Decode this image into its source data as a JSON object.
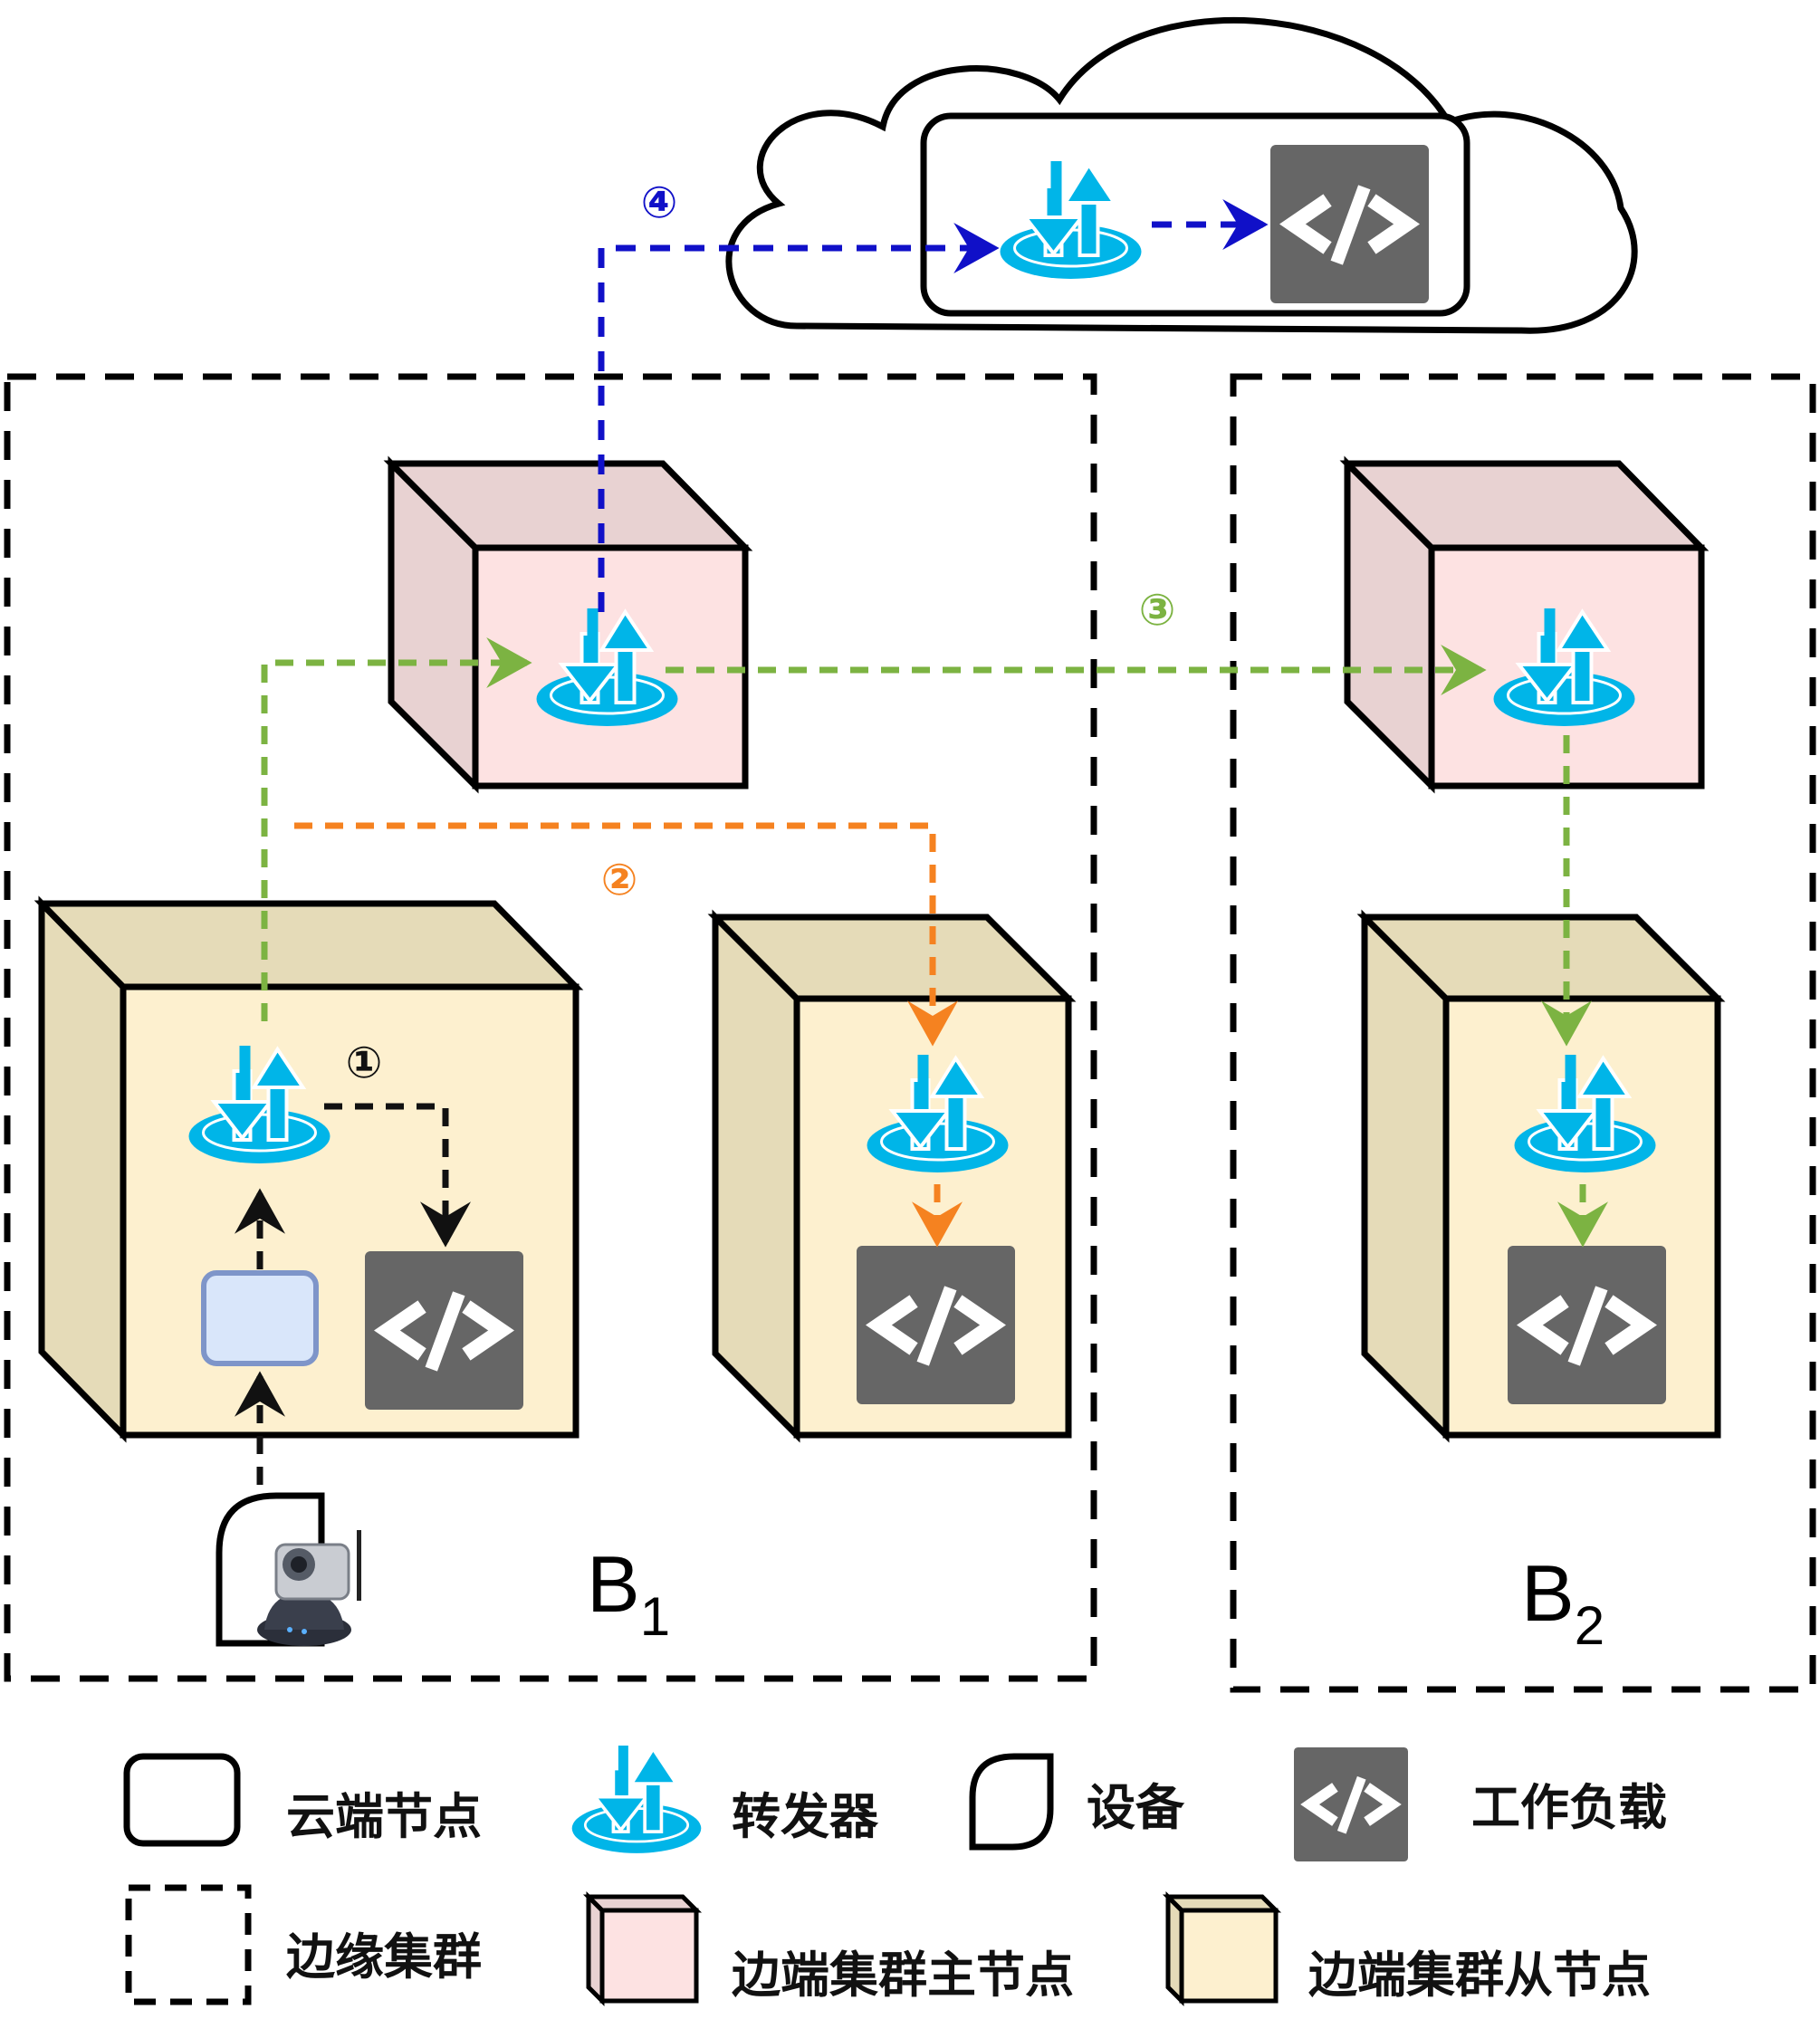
{
  "clusters": {
    "b1": {
      "letter": "B",
      "sub": "1"
    },
    "b2": {
      "letter": "B",
      "sub": "2"
    }
  },
  "steps": {
    "s1": {
      "label": "①",
      "color": "#111111"
    },
    "s2": {
      "label": "②",
      "color": "#f58220"
    },
    "s3": {
      "label": "③",
      "color": "#7cb342"
    },
    "s4": {
      "label": "④",
      "color": "#1010c8"
    }
  },
  "legend": {
    "cloud_node": "云端节点",
    "forwarder": "转发器",
    "device": "设备",
    "workload": "工作负载",
    "edge_cluster": "边缘集群",
    "master_node": "边端集群主节点",
    "worker_node": "边端集群从节点"
  },
  "colors": {
    "forwarder": "#00b5e8",
    "workload_bg": "#666666",
    "master_front": "#fde2e2",
    "master_side": "#e8d2d2",
    "worker_front": "#fdf0cf",
    "worker_side": "#e5dbb8",
    "device_box": "#d9e6fa",
    "device_border": "#7e95c9"
  },
  "icons": {
    "forwarder": "forwarder-icon",
    "workload": "code-brackets-icon",
    "camera": "camera-icon"
  }
}
